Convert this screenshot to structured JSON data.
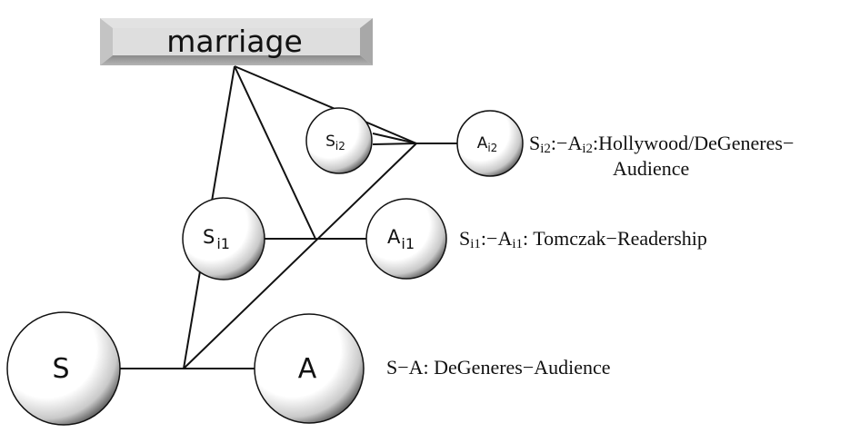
{
  "banner": {
    "label": "marriage"
  },
  "nodes": {
    "s": {
      "label": "S"
    },
    "a": {
      "label": "A"
    },
    "si1": {
      "base": "S",
      "sub": "i1"
    },
    "ai1": {
      "base": "A",
      "sub": "i1"
    },
    "si2": {
      "base": "S",
      "sub": "i2"
    },
    "ai2": {
      "base": "A",
      "sub": "i2"
    }
  },
  "captions": {
    "sa": {
      "text": "S−A: DeGeneres−Audience"
    },
    "i1": {
      "s_base": "S",
      "s_sub": "i1",
      "sep": ":−",
      "a_base": "A",
      "a_sub": "i1",
      "rest": ": Tomczak−Readership"
    },
    "i2": {
      "s_base": "S",
      "s_sub": "i2",
      "sep": ":−",
      "a_base": "A",
      "a_sub": "i2",
      "rest": ":Hollywood/DeGeneres−",
      "line2": "Audience"
    }
  },
  "colors": {
    "line": "#111111",
    "node_highlight": "#ffffff",
    "node_shadow": "#3a3a3a",
    "banner_light": "#f4f4f4",
    "banner_dark": "#9a9a9a"
  }
}
